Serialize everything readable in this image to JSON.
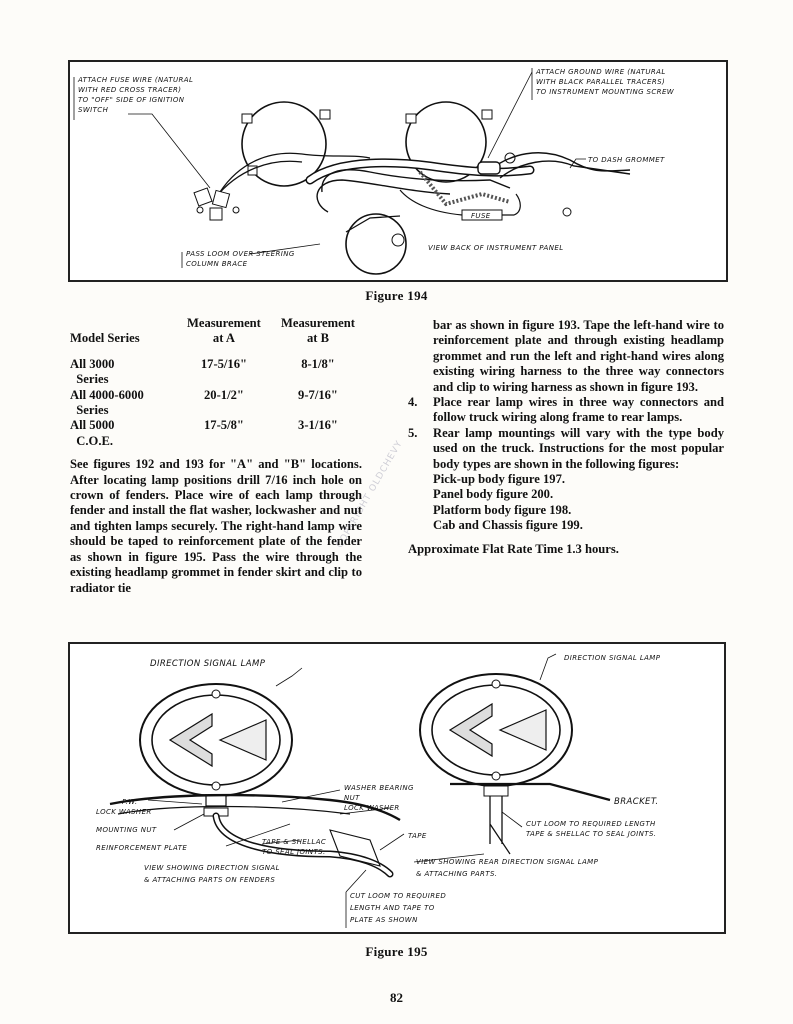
{
  "figure194": {
    "caption": "Figure 194",
    "labels": {
      "fuse_wire_1": "ATTACH FUSE WIRE (NATURAL",
      "fuse_wire_2": "WITH RED CROSS TRACER)",
      "fuse_wire_3": "TO \"OFF\" SIDE OF IGNITION",
      "fuse_wire_4": "SWITCH",
      "ground_wire_1": "ATTACH GROUND WIRE (NATURAL",
      "ground_wire_2": "WITH BLACK PARALLEL TRACERS)",
      "ground_wire_3": "TO INSTRUMENT MOUNTING SCREW",
      "dash_grommet": "TO DASH GROMMET",
      "fuse": "FUSE",
      "steering_1": "PASS LOOM OVER STEERING",
      "steering_2": "COLUMN BRACE",
      "view_back": "VIEW BACK OF INSTRUMENT PANEL"
    }
  },
  "table": {
    "headers": {
      "model_series": "Model Series",
      "meas_a_1": "Measurement",
      "meas_a_2": "at A",
      "meas_b_1": "Measurement",
      "meas_b_2": "at B"
    },
    "rows": [
      {
        "model_1": "All 3000",
        "model_2": "Series",
        "a": "17-5/16\"",
        "b": "8-1/8\""
      },
      {
        "model_1": "All 4000-6000",
        "model_2": "Series",
        "a": "20-1/2\"",
        "b": "9-7/16\""
      },
      {
        "model_1": "All 5000",
        "model_2": "C.O.E.",
        "a": "17-5/8\"",
        "b": "3-1/16\""
      }
    ]
  },
  "left_paragraph": "See figures 192 and 193 for \"A\" and \"B\" locations. After locating lamp positions drill 7/16 inch hole on crown of fenders. Place wire of each lamp through fender and install the flat washer, lockwasher and nut and tighten lamps securely. The right-hand lamp wire should be taped to reinforcement plate of the fender as shown in figure 195. Pass the wire through the existing headlamp grommet in fender skirt and clip to radiator tie",
  "right_continuation": "bar as shown in figure 193. Tape the left-hand wire to reinforcement plate and through existing headlamp grommet and run the left and right-hand wires along existing wiring harness to the three way connectors and clip to wiring harness as shown in figure 193.",
  "step4": {
    "num": "4.",
    "text": "Place rear lamp wires in three way connectors and follow truck wiring along frame to rear lamps."
  },
  "step5": {
    "num": "5.",
    "text": "Rear lamp mountings will vary with the type body used on the truck. Instructions for the most popular body types are shown in the following figures:"
  },
  "body_types": [
    "Pick-up body figure 197.",
    "Panel body figure 200.",
    "Platform body figure 198.",
    "Cab and Chassis figure 199."
  ],
  "flat_rate": "Approximate Flat Rate Time 1.3 hours.",
  "figure195": {
    "caption": "Figure 195",
    "labels": {
      "dir_lamp_left": "DIRECTION SIGNAL LAMP",
      "dir_lamp_right": "DIRECTION SIGNAL LAMP",
      "fw": "F.W.",
      "lock_washer_left": "LOCK WASHER",
      "mounting_nut": "MOUNTING NUT",
      "reinforcement_plate": "REINFORCEMENT PLATE",
      "washer_bearing_1": "WASHER BEARING",
      "washer_bearing_2": "NUT",
      "lock_washer_mid": "LOCK WASHER",
      "tape_shellac_1": "TAPE & SHELLAC",
      "tape_shellac_2": "TO SEAL JOINTS.",
      "tape": "TAPE",
      "bracket": "BRACKET.",
      "cut_loom_r1": "CUT LOOM TO REQUIRED LENGTH",
      "cut_loom_r2": "TAPE & SHELLAC TO SEAL JOINTS.",
      "view_left_1": "VIEW SHOWING DIRECTION SIGNAL",
      "view_left_2": "& ATTACHING PARTS ON FENDERS",
      "view_right_1": "VIEW SHOWING REAR DIRECTION SIGNAL LAMP",
      "view_right_2": "& ATTACHING PARTS.",
      "cut_loom_c1": "CUT LOOM TO REQUIRED",
      "cut_loom_c2": "LENGTH AND TAPE TO",
      "cut_loom_c3": "PLATE AS SHOWN"
    }
  },
  "page_number": "82",
  "watermark": "COPYRIGHT OLDCHEVY"
}
